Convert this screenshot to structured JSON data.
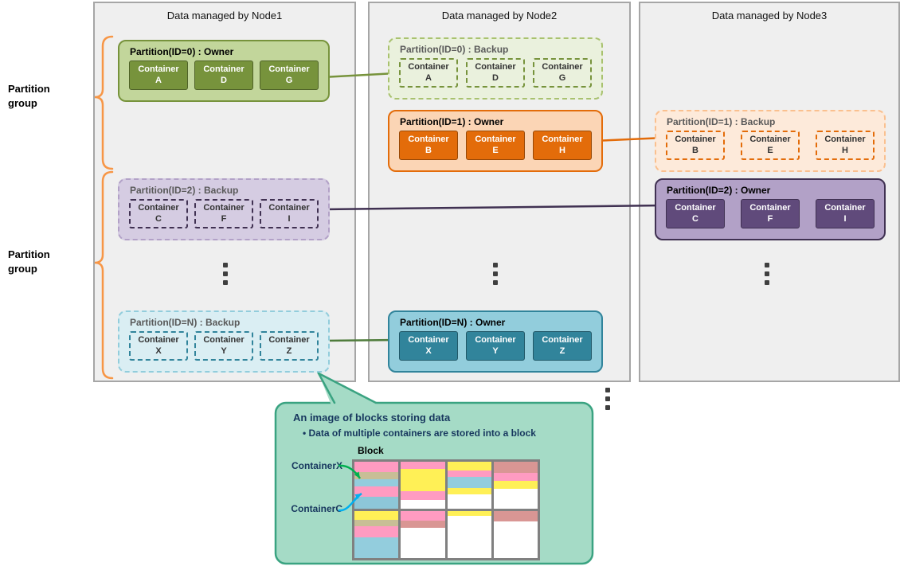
{
  "nodes": [
    {
      "title": "Data managed by Node1"
    },
    {
      "title": "Data managed by Node2"
    },
    {
      "title": "Data managed by Node3"
    }
  ],
  "group_labels": [
    {
      "label": "Partition\ngroup"
    },
    {
      "label": "Partition\ngroup"
    }
  ],
  "container_word": "Container",
  "brace_color": "#F79646",
  "schemes": {
    "green": {
      "owner_fill": "#C2D69B",
      "owner_border": "#77933C",
      "cont_fill": "#77933C",
      "cont_border": "#4F6228",
      "backup_fill": "#EAF1DD",
      "backup_border": "#A9C26F",
      "backup_cont_border": "#77933C"
    },
    "orange": {
      "owner_fill": "#FBD5B5",
      "owner_border": "#E36C0A",
      "cont_fill": "#E36C0A",
      "cont_border": "#974806",
      "backup_fill": "#FDEADA",
      "backup_border": "#FAC08F",
      "backup_cont_border": "#E36C0A"
    },
    "purple": {
      "owner_fill": "#B2A1C7",
      "owner_border": "#403152",
      "cont_fill": "#604A7B",
      "cont_border": "#403152",
      "backup_fill": "#D5CCE2",
      "backup_border": "#B2A1C7",
      "backup_cont_border": "#403152"
    },
    "blue": {
      "owner_fill": "#92CDDC",
      "owner_border": "#31849B",
      "cont_fill": "#31849B",
      "cont_border": "#215868",
      "backup_fill": "#DAEEF3",
      "backup_border": "#92CDDC",
      "backup_cont_border": "#31849B"
    }
  },
  "partitions": [
    {
      "key": "node1-partition0",
      "title": "Partition(ID=0) : Owner",
      "role": "owner",
      "scheme": "green",
      "containers": [
        "A",
        "D",
        "G"
      ]
    },
    {
      "key": "node1-partition2",
      "title": "Partition(ID=2) : Backup",
      "role": "backup",
      "scheme": "purple",
      "containers": [
        "C",
        "F",
        "I"
      ]
    },
    {
      "key": "node1-partitionN",
      "title": "Partition(ID=N) : Backup",
      "role": "backup",
      "scheme": "blue",
      "containers": [
        "X",
        "Y",
        "Z"
      ]
    },
    {
      "key": "node2-partition0",
      "title": "Partition(ID=0) : Backup",
      "role": "backup",
      "scheme": "green",
      "containers": [
        "A",
        "D",
        "G"
      ]
    },
    {
      "key": "node2-partition1",
      "title": "Partition(ID=1) : Owner",
      "role": "owner",
      "scheme": "orange",
      "containers": [
        "B",
        "E",
        "H"
      ]
    },
    {
      "key": "node2-partitionN",
      "title": "Partition(ID=N) : Owner",
      "role": "owner",
      "scheme": "blue",
      "containers": [
        "X",
        "Y",
        "Z"
      ]
    },
    {
      "key": "node3-partition1",
      "title": "Partition(ID=1) : Backup",
      "role": "backup",
      "scheme": "orange",
      "containers": [
        "B",
        "E",
        "H"
      ]
    },
    {
      "key": "node3-partition2",
      "title": "Partition(ID=2) : Owner",
      "role": "owner",
      "scheme": "purple",
      "containers": [
        "C",
        "F",
        "I"
      ]
    }
  ],
  "links": [
    {
      "name": "partition0-replication",
      "color": "#77933C"
    },
    {
      "name": "partition1-replication",
      "color": "#E36C0A"
    },
    {
      "name": "partition2-replication",
      "color": "#403152"
    },
    {
      "name": "partitionN-replication",
      "color": "#4F7C3C"
    }
  ],
  "callout": {
    "fill": "#A5DBC6",
    "border": "#3AA381",
    "heading": "An image of blocks storing data",
    "subheading": "• Data of multiple containers are stored into a block",
    "block_label": "Block",
    "container_labels": [
      {
        "text": "ContainerX",
        "arrow_color": "#00B050"
      },
      {
        "text": "ContainerC",
        "arrow_color": "#00B0F0"
      }
    ],
    "grid": {
      "border_color": "#808080",
      "cells": [
        {
          "stripes": [
            {
              "color": "#FF9BC1",
              "h": 12
            },
            {
              "color": "#C8BE96",
              "h": 9
            },
            {
              "color": "#93CDDD",
              "h": 8
            },
            {
              "color": "#FF9BC1",
              "h": 13
            },
            {
              "color": "#8DC6D8",
              "h": 14
            }
          ]
        },
        {
          "stripes": [
            {
              "color": "#FF9BC1",
              "h": 9
            },
            {
              "color": "#FFF056",
              "h": 26
            },
            {
              "color": "#FF9BC1",
              "h": 11
            },
            {
              "color": "#FFFFFF",
              "h": 10
            }
          ]
        },
        {
          "stripes": [
            {
              "color": "#FFF056",
              "h": 10
            },
            {
              "color": "#FF9BC1",
              "h": 8
            },
            {
              "color": "#93CDDD",
              "h": 13
            },
            {
              "color": "#FFF056",
              "h": 8
            },
            {
              "color": "#FFFFFF",
              "h": 17
            }
          ]
        },
        {
          "stripes": [
            {
              "color": "#D99694",
              "h": 13
            },
            {
              "color": "#FF9BC1",
              "h": 10
            },
            {
              "color": "#FFF056",
              "h": 9
            },
            {
              "color": "#FFFFFF",
              "h": 24
            }
          ]
        },
        {
          "stripes": [
            {
              "color": "#FFF056",
              "h": 10
            },
            {
              "color": "#C8BE96",
              "h": 8
            },
            {
              "color": "#FF9BC1",
              "h": 13
            },
            {
              "color": "#93CDDD",
              "h": 25
            }
          ]
        },
        {
          "stripes": [
            {
              "color": "#FF9BC1",
              "h": 11
            },
            {
              "color": "#D99694",
              "h": 9
            },
            {
              "color": "#FFFFFF",
              "h": 36
            }
          ]
        },
        {
          "stripes": [
            {
              "color": "#FFF056",
              "h": 6
            },
            {
              "color": "#FFFFFF",
              "h": 50
            }
          ]
        },
        {
          "stripes": [
            {
              "color": "#D99694",
              "h": 12
            },
            {
              "color": "#FFFFFF",
              "h": 44
            }
          ]
        }
      ]
    }
  }
}
